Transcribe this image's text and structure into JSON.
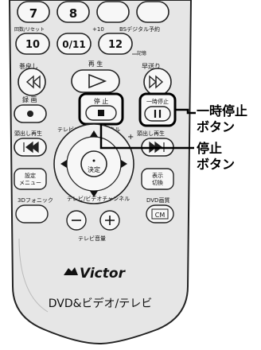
{
  "callouts": {
    "pause": {
      "line1": "一時停止",
      "line2": "ボタン"
    },
    "stop": {
      "line1": "停止",
      "line2": "ボタン"
    }
  },
  "numpad": {
    "k7": "7",
    "k8": "8",
    "k10": "10",
    "k11": "0/11",
    "k12": "12",
    "label_recall": "回数/リセット",
    "label_plus10": "+10",
    "label_bs": "BSデジタル予約",
    "label_memo": "記憶"
  },
  "transport": {
    "rewind_label": "巻戻し",
    "play_label": "再 生",
    "ff_label": "早送り",
    "rec_label": "録 画",
    "stop_label": "停 止",
    "pause_label": "一時停止",
    "skip_back_label": "頭出し再生",
    "skip_fwd_label": "頭出し再生",
    "channel_arc_label": "テレビ/ビデオチャンネル",
    "enter_label": "決定",
    "setup_label": "設定\nメニュー",
    "display_label": "表示\n切換",
    "surround_label": "3Dフォニック",
    "tv_vol_arc_label": "テレビ/ビデオチャンネル",
    "dvd_label": "DVD画質",
    "dvd_key": "CM",
    "tv_volume_label": "テレビ音量"
  },
  "brand": {
    "logo": "Victor",
    "product": "DVD&ビデオ/テレビ"
  },
  "colors": {
    "body": "#e6e6e6",
    "outline": "#222222",
    "key": "#f7f7f7",
    "highlight": "#000000"
  }
}
